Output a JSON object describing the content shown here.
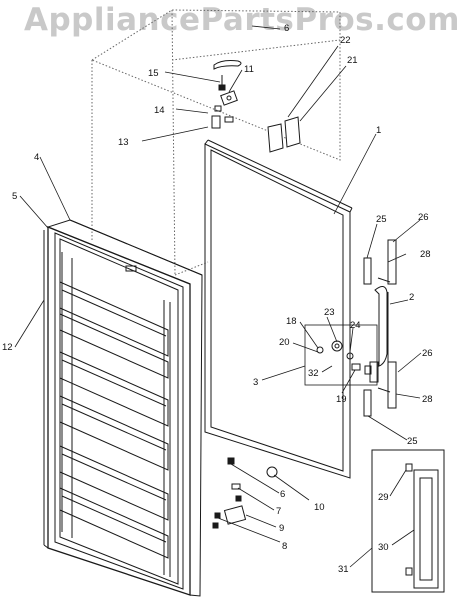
{
  "watermark": "AppliancePartsPros.com",
  "callouts": {
    "c1": "1",
    "c2": "2",
    "c3": "3",
    "c4": "4",
    "c5": "5",
    "c6a": "6",
    "c6b": "6",
    "c7": "7",
    "c8": "8",
    "c9": "9",
    "c10": "10",
    "c11": "11",
    "c12": "12",
    "c13": "13",
    "c14": "14",
    "c15": "15",
    "c18": "18",
    "c19": "19",
    "c20": "20",
    "c21": "21",
    "c22": "22",
    "c23": "23",
    "c24": "24",
    "c25a": "25",
    "c25b": "25",
    "c26a": "26",
    "c26b": "26",
    "c28a": "28",
    "c28b": "28",
    "c29": "29",
    "c30": "30",
    "c31": "31",
    "c32": "32"
  },
  "colors": {
    "line": "#1a1a1a",
    "dotted": "#555555",
    "shade": "#7a7a7a",
    "watermark": "#c9c9c9"
  }
}
